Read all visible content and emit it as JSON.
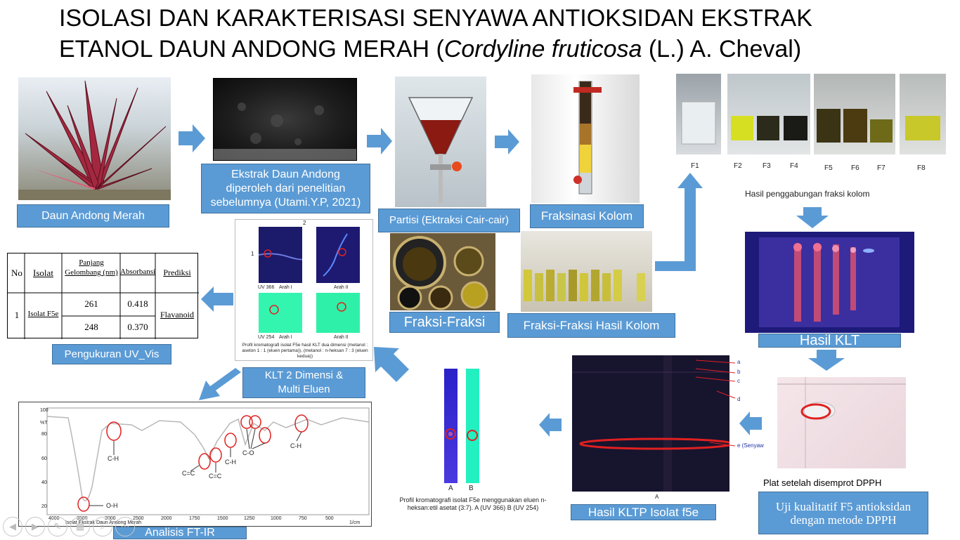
{
  "title": {
    "line1": "ISOLASI DAN KARAKTERISASI SENYAWA ANTIOKSIDAN EKSTRAK",
    "line2_a": "ETANOL DAUN ANDONG MERAH (",
    "line2_species": "Cordyline fruticosa",
    "line2_b": " (L.) A. Cheval)"
  },
  "steps": {
    "daun": "Daun Andong Merah",
    "ekstrak": "Ekstrak Daun Andong diperoleh dari penelitian sebelumnya (Utami.Y.P, 2021)",
    "partisi": "Partisi (Ektraksi Cair-cair)",
    "fraksinasi": "Fraksinasi Kolom",
    "fraksi": "Fraksi-Fraksi",
    "fraksi_kolom": "Fraksi-Fraksi Hasil Kolom",
    "hasil_klt": "Hasil KLT",
    "uji_dpph": "Uji kualitatif F5 antioksidan dengan metode DPPH",
    "kltp": "Hasil KLTP Isolat f5e",
    "klt2d": "KLT 2 Dimensi & Multi Eluen",
    "uvvis": "Pengukuran UV_Vis",
    "ftir": "Analisis FT-IR"
  },
  "fractions": {
    "labels": [
      "F1",
      "F2",
      "F3",
      "F4",
      "F5",
      "F6",
      "F7",
      "F8"
    ],
    "caption": "Hasil penggabungan fraksi kolom"
  },
  "dpph_caption": "Plat setelah disemprot DPPH",
  "kltp_panel": {
    "spots": [
      "a",
      "b",
      "c",
      "d",
      "e (Senyaw"
    ],
    "axis_label": "A"
  },
  "klt_profile": {
    "labels": [
      "A",
      "B"
    ],
    "caption": "Profil kromatografi isolat F5e menggunakan eluen n-heksan:etil asetat (3:7). A (UV 366) B (UV 254)"
  },
  "klt2d_panel": {
    "dim_top": "2",
    "dim_side": "1",
    "uv366": "UV 366",
    "uv254": "UV 254",
    "arah1": "Arah I",
    "arah2": "Arah II",
    "caption": "Profil kromatografi isolat F5e hasil KLT dua dimensi (metanol : aseton 1 : 1 (eluen pertama)), (metanol : n-heksan 7 : 3 (eluen kedua))"
  },
  "uv_table": {
    "headers": [
      "No",
      "Isolat",
      "Panjang Gelombang (nm)",
      "Absorbansi",
      "Prediksi"
    ],
    "no": "1",
    "isolat": "Isolat F5e",
    "rows": [
      {
        "lambda": "261",
        "abs": "0.418"
      },
      {
        "lambda": "248",
        "abs": "0.370"
      }
    ],
    "prediksi": "Flavanoid"
  },
  "ftir": {
    "y_ticks": [
      "100",
      "80",
      "60",
      "40",
      "20"
    ],
    "y_unit": "%T",
    "x_ticks": [
      "4000",
      "3500",
      "3000",
      "2500",
      "2000",
      "1750",
      "1500",
      "1250",
      "1000",
      "750",
      "500"
    ],
    "x_unit": "1/cm",
    "sample_name": "Isolat Ekstrak Daun Andong Merah",
    "groups": [
      "O-H",
      "C-H",
      "C=C",
      "C=C",
      "C-H",
      "C-O",
      "C-H"
    ]
  },
  "colors": {
    "label_fill": "#5b9bd5",
    "label_border": "#41719c",
    "arrow": "#5b9bd5",
    "marker": "#e02020"
  }
}
